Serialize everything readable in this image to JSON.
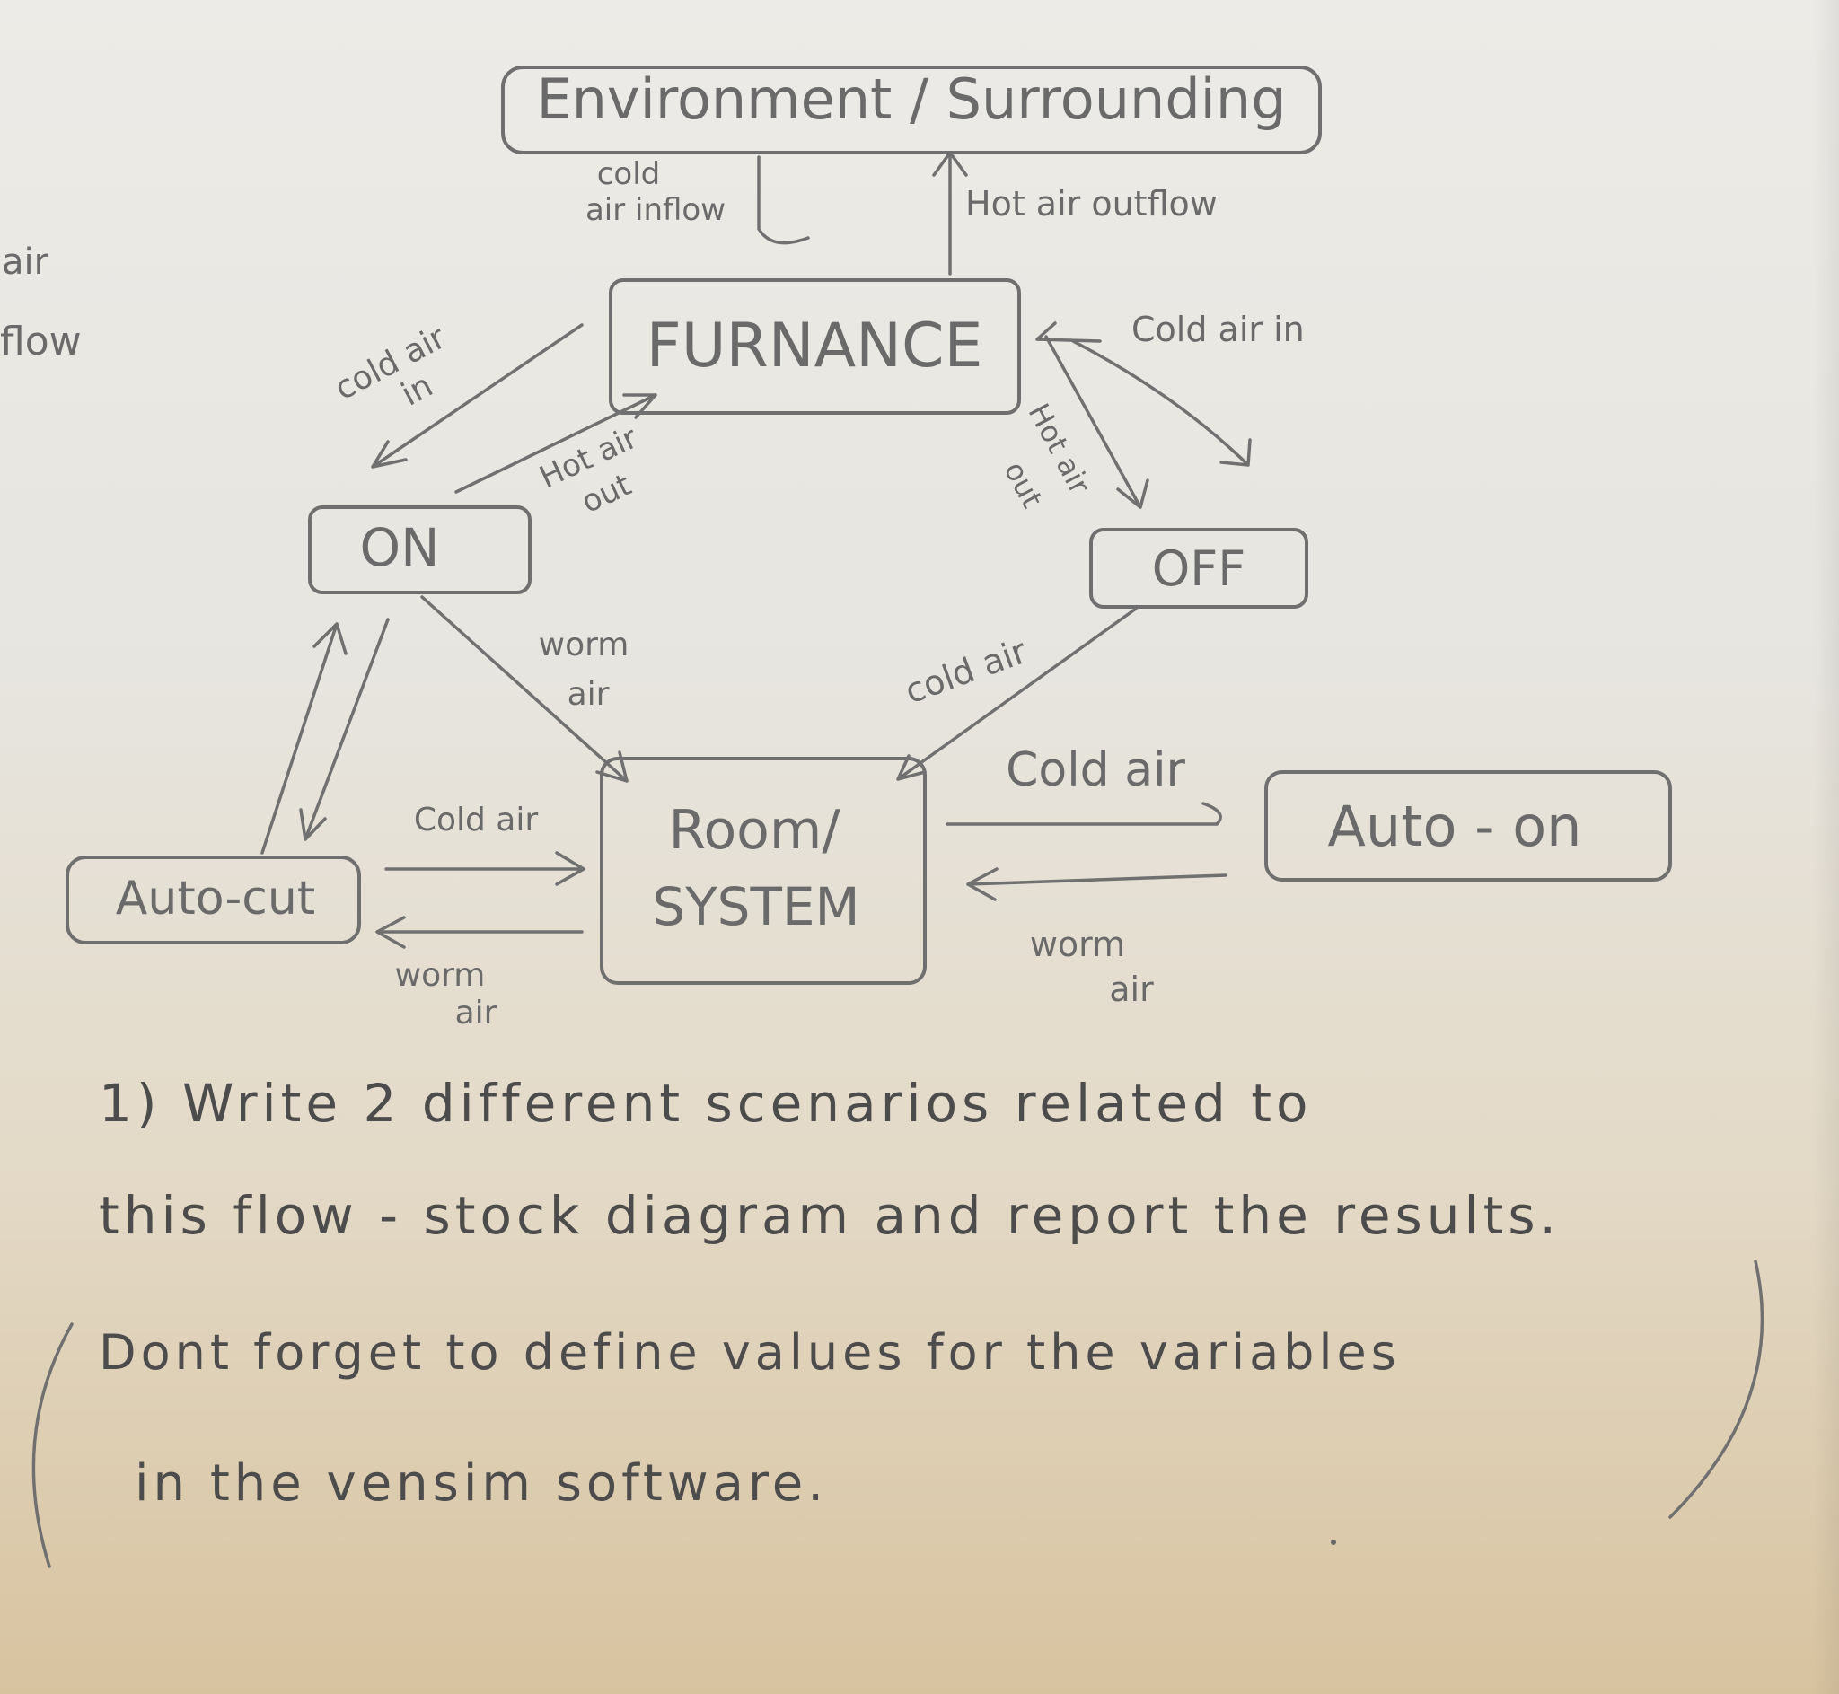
{
  "diagram": {
    "environment": "Environment / Surrounding",
    "furnace": "FURNANCE",
    "on": "ON",
    "off": "OFF",
    "room_line1": "Room/",
    "room_line2": "SYSTEM",
    "auto_cut": "Auto-cut",
    "auto_on": "Auto - on",
    "flows": {
      "cold_inflow_l1": "cold",
      "cold_inflow_l2": "air inflow",
      "hot_outflow": "Hot air outflow",
      "cold_in_left_l1": "cold air",
      "cold_in_left_l2": "in",
      "hot_out_left_l1": "Hot air",
      "hot_out_left_l2": "out",
      "cold_in_right": "Cold air in",
      "hot_out_right_l1": "Hot air",
      "hot_out_right_l2": "out",
      "warm_on_l1": "worm",
      "warm_on_l2": "air",
      "cold_off": "cold air",
      "cold_autocut": "Cold air",
      "warm_autocut_l1": "worm",
      "warm_autocut_l2": "air",
      "cold_autoon": "Cold air",
      "warm_autoon_l1": "worm",
      "warm_autoon_l2": "air",
      "edge_l1": "air",
      "edge_l2": "flow"
    }
  },
  "question": {
    "line1": "1) Write 2 different scenarios related to",
    "line2": "this flow - stock diagram and report the results.",
    "line3": "Dont forget to define values for the variables",
    "line4": "in the vensim software."
  }
}
